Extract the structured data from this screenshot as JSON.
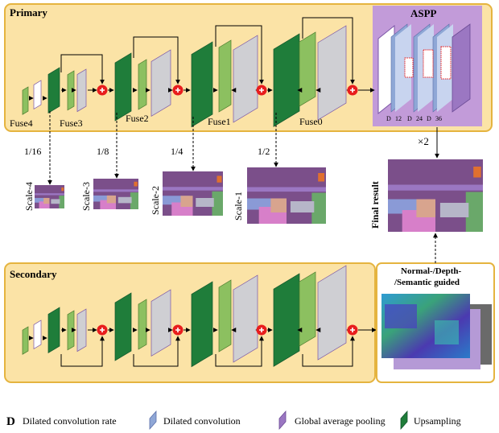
{
  "colors": {
    "panel_fill": "#fbe3a6",
    "panel_stroke": "#e5b43f",
    "aspp_fill": "#c29bd9",
    "green_light": "#8cc060",
    "green_dark": "#1f7d3a",
    "lavender": "#b59ad6",
    "gray_block": "#cfcfd3",
    "blue_dilated": "#8fa7d6",
    "red_add": "#e81d1d"
  },
  "primary": {
    "title": "Primary",
    "fuse_labels": [
      "Fuse4",
      "Fuse3",
      "Fuse2",
      "Fuse1",
      "Fuse0"
    ],
    "aspp": {
      "title": "ASPP",
      "rates": [
        "D",
        "12",
        "D",
        "24",
        "D",
        "36"
      ]
    }
  },
  "scales": {
    "ratios": [
      "1/16",
      "1/8",
      "1/4",
      "1/2"
    ],
    "labels": [
      "Scale-4",
      "Scale-3",
      "Scale-2",
      "Scale-1"
    ]
  },
  "final": {
    "upsample_factor": "×2",
    "label": "Final result"
  },
  "secondary": {
    "title": "Secondary",
    "guide_label_line1": "Normal-/Depth-",
    "guide_label_line2": "/Semantic guided"
  },
  "legend": {
    "d_symbol": "D",
    "items": [
      {
        "label": "Dilated convolution rate",
        "icon": "letter-d-icon"
      },
      {
        "label": "Dilated convolution",
        "icon": "blue-slab-icon"
      },
      {
        "label": "Global average pooling",
        "icon": "purple-slab-icon"
      },
      {
        "label": "Upsampling",
        "icon": "green-slab-icon"
      }
    ]
  }
}
